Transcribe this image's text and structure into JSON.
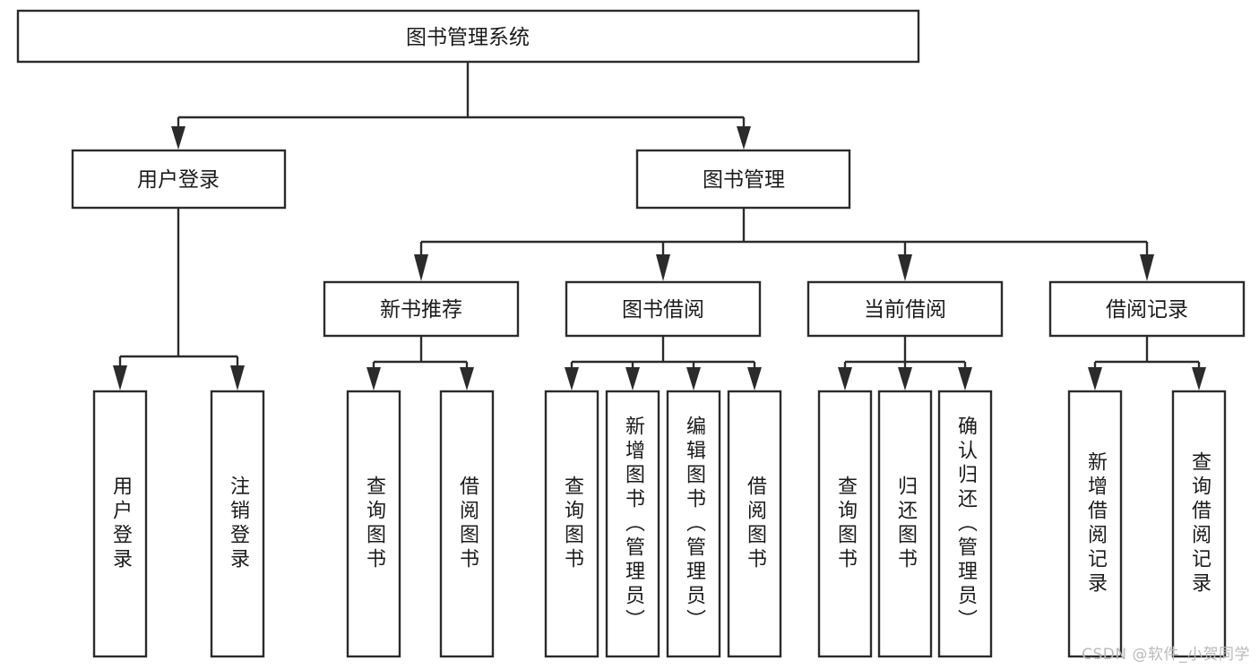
{
  "diagram": {
    "title_node": {
      "id": "root",
      "label": "图书管理系统"
    },
    "level2": [
      {
        "id": "user-login",
        "label": "用户登录"
      },
      {
        "id": "book-manage",
        "label": "图书管理"
      }
    ],
    "level3": [
      {
        "id": "new-book-recommend",
        "label": "新书推荐"
      },
      {
        "id": "book-borrow",
        "label": "图书借阅"
      },
      {
        "id": "current-borrow",
        "label": "当前借阅"
      },
      {
        "id": "borrow-record",
        "label": "借阅记录"
      }
    ],
    "leaves": {
      "user_login": [
        {
          "id": "leaf-user-login",
          "label": "用户登录"
        },
        {
          "id": "leaf-logout",
          "label": "注销登录"
        }
      ],
      "new_book_recommend": [
        {
          "id": "leaf-query-book-1",
          "label": "查询图书"
        },
        {
          "id": "leaf-borrow-book-1",
          "label": "借阅图书"
        }
      ],
      "book_borrow": [
        {
          "id": "leaf-query-book-2",
          "label": "查询图书"
        },
        {
          "id": "leaf-add-book",
          "label": "新增图书（管理员）"
        },
        {
          "id": "leaf-edit-book",
          "label": "编辑图书（管理员）"
        },
        {
          "id": "leaf-borrow-book-2",
          "label": "借阅图书"
        }
      ],
      "current_borrow": [
        {
          "id": "leaf-query-book-3",
          "label": "查询图书"
        },
        {
          "id": "leaf-return-book",
          "label": "归还图书"
        },
        {
          "id": "leaf-confirm-return",
          "label": "确认归还（管理员）"
        }
      ],
      "borrow_record": [
        {
          "id": "leaf-add-record",
          "label": "新增借阅记录"
        },
        {
          "id": "leaf-query-record",
          "label": "查询借阅记录"
        }
      ]
    },
    "colors": {
      "stroke": "#2b2b2b",
      "fill": "#ffffff",
      "text": "#1b1b1b",
      "watermark": "#b9b9b9"
    }
  },
  "watermark": {
    "text": "CSDN @软件_小贺同学"
  }
}
